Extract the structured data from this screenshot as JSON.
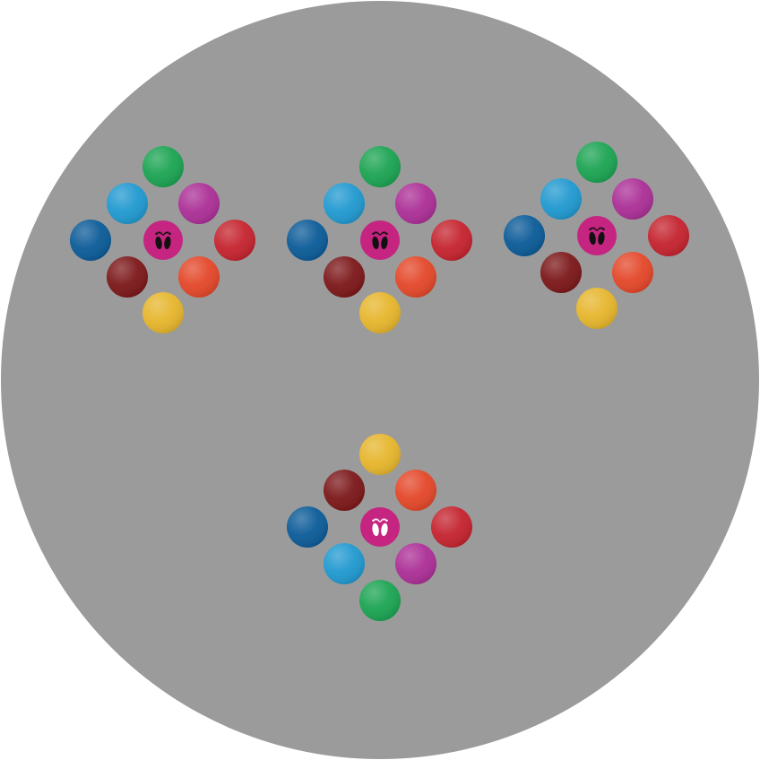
{
  "mat": {
    "shape": "circle",
    "color": "#9b9b9b"
  },
  "spot_colors": {
    "green": "#1aa351",
    "light_blue": "#1f98cf",
    "magenta": "#ab2e96",
    "dark_blue": "#0a5a97",
    "red": "#c4222d",
    "maroon": "#7b1618",
    "orange": "#e34628",
    "yellow": "#e6b52b",
    "center_pink": "#c52580"
  },
  "clusters": [
    {
      "name": "cluster-top-left",
      "orientation": "green-top",
      "center_icon": "black-footprints-icon",
      "icon_color": "#111111"
    },
    {
      "name": "cluster-top-middle",
      "orientation": "green-top",
      "center_icon": "black-footprints-icon",
      "icon_color": "#111111"
    },
    {
      "name": "cluster-top-right",
      "orientation": "green-top",
      "center_icon": "black-footprints-icon",
      "icon_color": "#111111"
    },
    {
      "name": "cluster-bottom",
      "orientation": "yellow-top",
      "center_icon": "white-footprints-icon",
      "icon_color": "#ffffff"
    }
  ]
}
